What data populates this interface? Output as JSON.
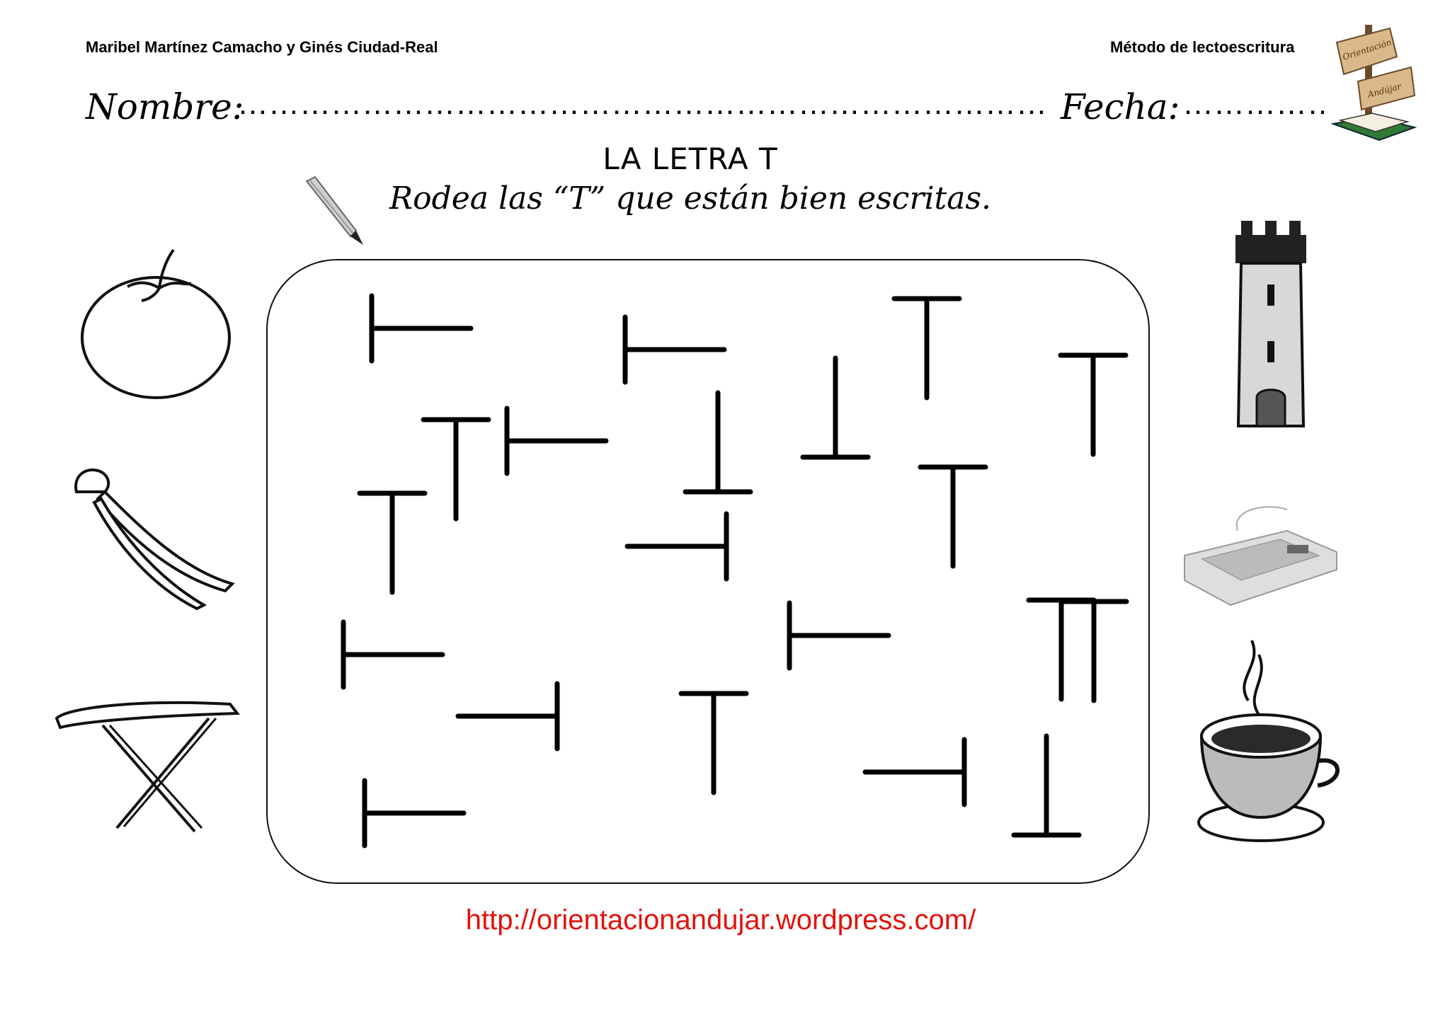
{
  "header": {
    "authors": "Maribel  Martínez Camacho y Ginés Ciudad-Real",
    "method": "Método de lectoescritura",
    "logo_text_1": "Orientación",
    "logo_text_2": "Andújar"
  },
  "form": {
    "name_label": "Nombre:",
    "name_dots": "…………………………………………………………………………………………………",
    "date_label": "Fecha:",
    "date_dots": "…………………"
  },
  "worksheet": {
    "title": "LA LETRA T",
    "instruction": "Rodea las “T” que están bien escritas."
  },
  "letters": [
    {
      "orientation": "right"
    },
    {
      "orientation": "right"
    },
    {
      "orientation": "upright"
    },
    {
      "orientation": "upright"
    },
    {
      "orientation": "upright"
    },
    {
      "orientation": "right"
    },
    {
      "orientation": "inverted"
    },
    {
      "orientation": "inverted"
    },
    {
      "orientation": "upright"
    },
    {
      "orientation": "upright"
    },
    {
      "orientation": "left"
    },
    {
      "orientation": "upright"
    },
    {
      "orientation": "right"
    },
    {
      "orientation": "right"
    },
    {
      "orientation": "upright"
    },
    {
      "orientation": "left"
    },
    {
      "orientation": "upright"
    },
    {
      "orientation": "left"
    },
    {
      "orientation": "inverted"
    },
    {
      "orientation": "right"
    }
  ],
  "illustrations": {
    "left": [
      "tomato",
      "pincers",
      "ironing-board"
    ],
    "right": [
      "tower",
      "keyboard",
      "teacup"
    ]
  },
  "footer": {
    "url": "http://orientacionandujar.wordpress.com/"
  }
}
